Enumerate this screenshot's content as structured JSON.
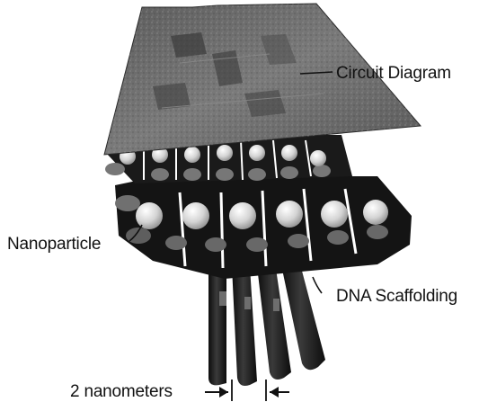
{
  "labels": {
    "circuit": "Circuit Diagram",
    "nanoparticle": "Nanoparticle",
    "dna": "DNA Scaffolding",
    "scale": "2 nanometers"
  },
  "colors": {
    "strand": "#1c1c1c",
    "strand_highlight": "#6e6e6e",
    "particle": "#d6d6d6",
    "plate": "#6a6a6a",
    "ink": "#111111"
  }
}
